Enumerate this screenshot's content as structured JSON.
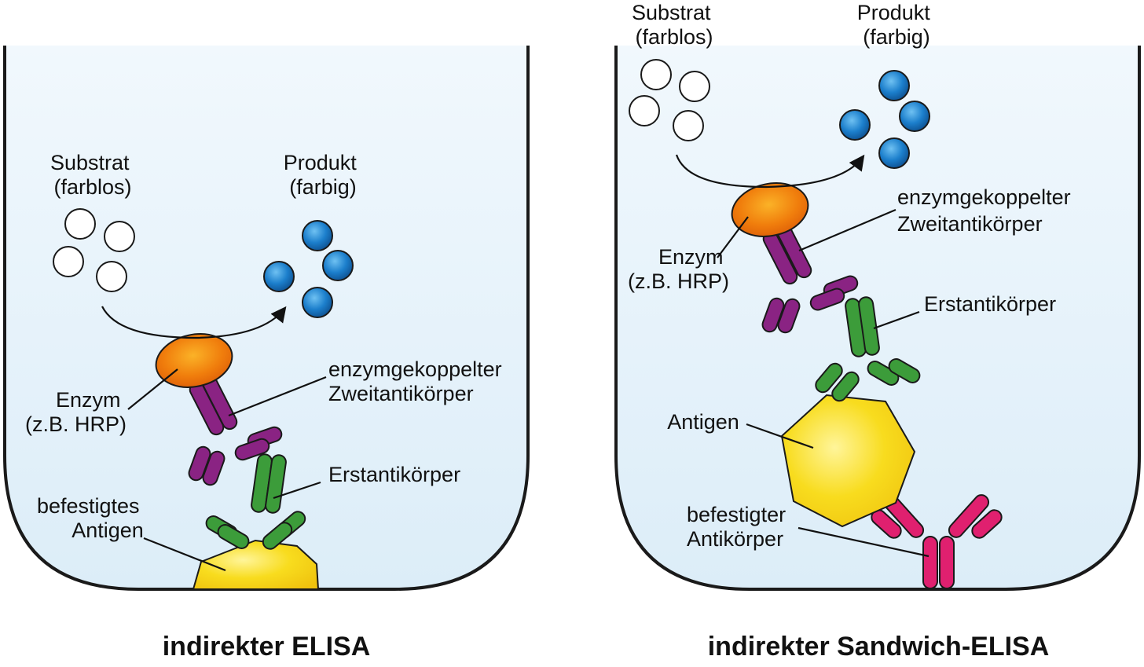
{
  "colors": {
    "well_fill": "#e6f3fb",
    "enzyme": "#f07d0c",
    "second_antibody": "#8a2383",
    "first_antibody": "#3c9c3a",
    "capture_antibody": "#e0206f",
    "antigen": "#f6d41a",
    "product": "#1c7fcc",
    "substrate": "#ffffff"
  },
  "panels": [
    {
      "caption": "indirekter ELISA",
      "labels": {
        "substrate": [
          "Substrat",
          "(farblos)"
        ],
        "product": [
          "Produkt",
          "(farbig)"
        ],
        "enzyme": [
          "Enzym",
          "(z.B. HRP)"
        ],
        "second_antibody": [
          "enzymgekoppelter",
          "Zweitantikörper"
        ],
        "first_antibody": [
          "Erstantikörper"
        ],
        "antigen": [
          "befestigtes",
          "Antigen"
        ]
      }
    },
    {
      "caption": "indirekter Sandwich-ELISA",
      "labels": {
        "substrate": [
          "Substrat",
          "(farblos)"
        ],
        "product": [
          "Produkt",
          "(farbig)"
        ],
        "enzyme": [
          "Enzym",
          "(z.B. HRP)"
        ],
        "second_antibody": [
          "enzymgekoppelter",
          "Zweitantikörper"
        ],
        "first_antibody": [
          "Erstantikörper"
        ],
        "antigen": [
          "Antigen"
        ],
        "capture_antibody": [
          "befestigter",
          "Antikörper"
        ]
      }
    }
  ]
}
